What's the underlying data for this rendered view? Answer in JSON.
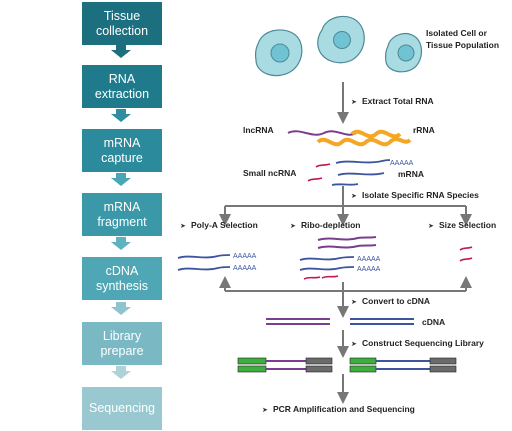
{
  "workflow": {
    "steps": [
      {
        "line1": "Tissue",
        "line2": "collection",
        "color": "#1b6f7f"
      },
      {
        "line1": "RNA",
        "line2": "extraction",
        "color": "#1f7b8c"
      },
      {
        "line1": "mRNA",
        "line2": "capture",
        "color": "#2b8a9b"
      },
      {
        "line1": "mRNA",
        "line2": "fragment",
        "color": "#3a98a8"
      },
      {
        "line1": "cDNA",
        "line2": "synthesis",
        "color": "#4fa6b4"
      },
      {
        "line1": "Library",
        "line2": "prepare",
        "color": "#7ab8c3"
      },
      {
        "line1": "Sequencing",
        "line2": "",
        "color": "#9ac8d0"
      }
    ],
    "arrow_colors": [
      "#1b6f7f",
      "#2f8fa0",
      "#49a7b5",
      "#5fb3c0",
      "#8ec4cd",
      "#aed2d8"
    ]
  },
  "diagram": {
    "cell_label_1": "Isolated Cell or",
    "cell_label_2": "Tissue Population",
    "step_extract": "Extract Total RNA",
    "label_lncrna": "lncRNA",
    "label_rrna": "rRNA",
    "label_small_ncrna": "Small ncRNA",
    "label_mrna": "mRNA",
    "polya_tail": "AAAAA",
    "step_isolate": "Isolate Specific RNA Species",
    "method_polya": "Poly-A Selection",
    "method_ribo": "Ribo-depletion",
    "method_size": "Size Selection",
    "step_convert": "Convert to cDNA",
    "label_cdna": "cDNA",
    "step_library": "Construct Sequencing Library",
    "step_pcr": "PCR Amplification and Sequencing",
    "colors": {
      "cell_fill": "#a9dbe3",
      "cell_stroke": "#4d8a96",
      "nucleus": "#6fc3d2",
      "lncrna": "#7a3e8e",
      "rrna": "#f5a623",
      "small_ncrna": "#c2185b",
      "mrna": "#3d55a0",
      "adapter_green": "#3fae3f",
      "adapter_grey": "#6b6b6b",
      "flow_line": "#777777"
    }
  }
}
